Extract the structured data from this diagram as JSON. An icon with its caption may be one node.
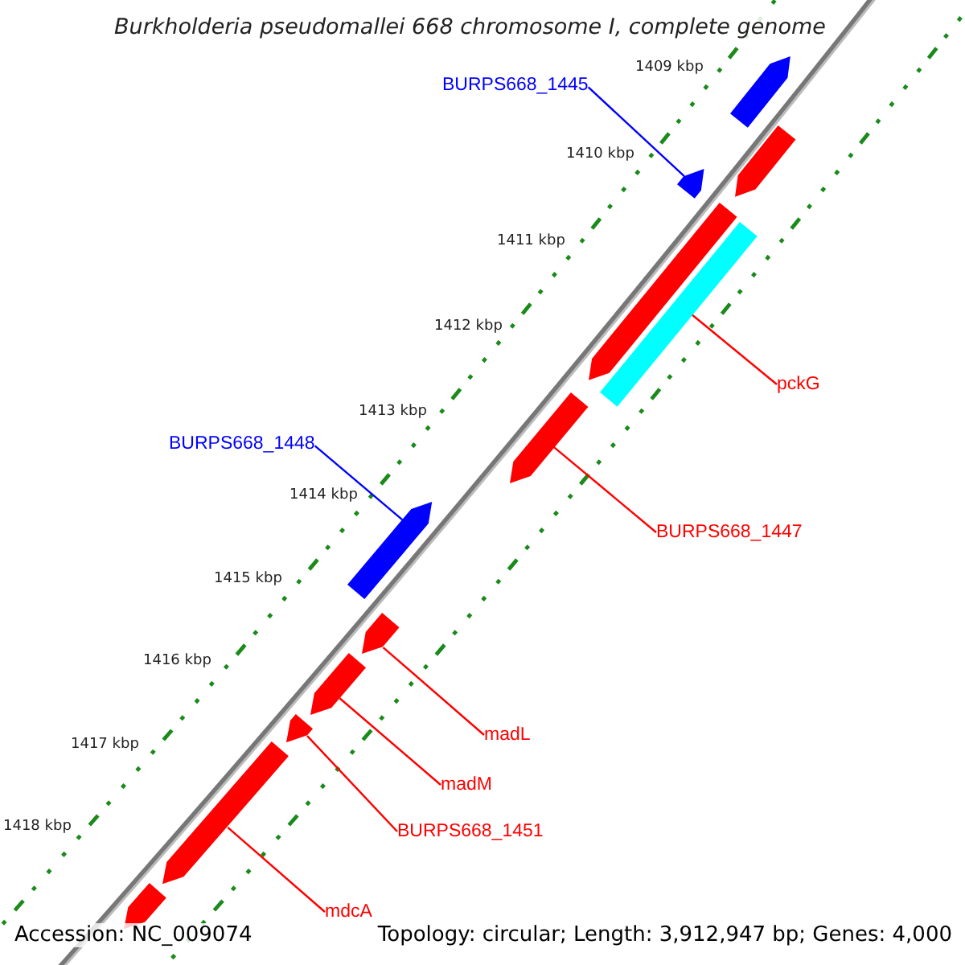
{
  "diagram": {
    "title": "Burkholderia pseudomallei 668 chromosome I, complete genome",
    "nodes": [
      {
        "text": [
          "BURPS668_1445"
        ]
      },
      {
        "text": [],
        "shape": "bar"
      },
      {
        "text": [
          "pckG"
        ]
      },
      {
        "text": [],
        "shape": "bar"
      },
      {
        "text": [
          "BURPS668_1448"
        ]
      },
      {
        "text": [],
        "shape": "bar"
      },
      {
        "text": [
          "BURPS668_1447"
        ]
      },
      {
        "text": [],
        "shape": "bar"
      },
      {
        "text": [
          "madL"
        ]
      },
      {
        "text": [],
        "shape": "bar"
      },
      {
        "text": [
          "madM"
        ]
      },
      {
        "text": [],
        "shape": "bar"
      },
      {
        "text": [
          "BURPS668_1451"
        ]
      },
      {
        "text": [],
        "shape": "bar"
      },
      {
        "text": [
          "mdcA"
        ]
      },
      {
        "text": [],
        "shape": "bar"
      },
      {
        "text": [],
        "shape": "bar"
      },
      {
        "text": [],
        "shape": "bar"
      },
      {
        "text": [],
        "shape": "bar"
      },
      {
        "text": [],
        "shape": "bar"
      }
    ],
    "edges": [
      {
        "from": 0,
        "to": 1,
        "arrow": "none",
        "color": "#0000ff"
      },
      {
        "from": 2,
        "to": 3,
        "arrow": "none"
      },
      {
        "from": 4,
        "to": 5,
        "arrow": "none",
        "color": "#0000ff"
      },
      {
        "from": 6,
        "to": 7,
        "arrow": "none"
      },
      {
        "from": 8,
        "to": 9,
        "arrow": "none"
      },
      {
        "from": 10,
        "to": 11,
        "arrow": "none"
      },
      {
        "from": 12,
        "to": 13,
        "arrow": "none"
      },
      {
        "from": 14,
        "to": 15,
        "arrow": "none"
      }
    ],
    "labels": [
      "1409 kbp",
      "1410 kbp",
      "1411 kbp",
      "1412 kbp",
      "1413 kbp",
      "1414 kbp",
      "1415 kbp",
      "1416 kbp",
      "1417 kbp",
      "1418 kbp",
      "Accession: NC_009074",
      "Topology: circular; Length: 3,912,947 bp; Genes: 4,000"
    ]
  }
}
